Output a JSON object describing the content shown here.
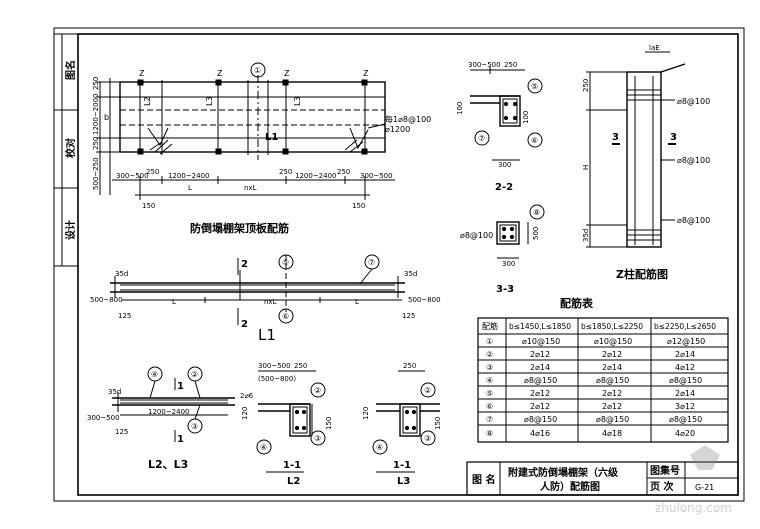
{
  "side_panel": {
    "labels": [
      "图名",
      "校对",
      "设计"
    ]
  },
  "top_drawing": {
    "title": "防倒塌棚架顶板配筋",
    "col_marks": [
      "Z",
      "Z",
      "Z",
      "Z"
    ],
    "circle_1": "①",
    "beam_labels": {
      "l2": "L2",
      "l3a": "L3",
      "l3b": "L3",
      "l1": "L1",
      "b": "b"
    },
    "left_dims": [
      "250",
      "1200~2000",
      "250",
      "500~250"
    ],
    "rebar_note": "每1⌀8@100",
    "rebar_note2": "⌀1200",
    "bottom_dims": [
      "300~500",
      "250",
      "1200~2400",
      "L",
      "nxL",
      "250",
      "1200~2400",
      "250",
      "300~500"
    ],
    "bottom_dims2": [
      "150",
      "150"
    ]
  },
  "l1_drawing": {
    "left_labels": [
      "35d",
      "500~800",
      "125"
    ],
    "right_labels": [
      "35d",
      "500~800",
      "125"
    ],
    "mid_labels": [
      "L",
      "nxL",
      "L"
    ],
    "cut_mark": "2",
    "circles": [
      "⑤",
      "⑦",
      "⑥"
    ],
    "name": "L1"
  },
  "section_22": {
    "dims": [
      "300~500",
      "250",
      "100",
      "100",
      "300"
    ],
    "circles": [
      "⑤",
      "⑥",
      "⑦"
    ],
    "label": "2-2"
  },
  "section_33": {
    "circle": "⑧",
    "rebar": "⌀8@100",
    "dims": [
      "300",
      "500"
    ],
    "label": "3-3"
  },
  "z_column": {
    "title": "Z柱配筋图",
    "top_dim": "laE",
    "dims": [
      "250",
      "H",
      "35d"
    ],
    "rebars": [
      "⌀8@100",
      "⌀8@100",
      "⌀8@100"
    ],
    "section_marks": [
      "3",
      "3"
    ]
  },
  "table": {
    "title": "配筋表",
    "headers": [
      "配筋",
      "b≤1450,L≤1850",
      "b≤1850,L≤2250",
      "b≤2250,L≤2650"
    ],
    "rows": [
      [
        "①",
        "⌀10@150",
        "⌀10@150",
        "⌀12@150"
      ],
      [
        "②",
        "2⌀12",
        "2⌀12",
        "2⌀14"
      ],
      [
        "③",
        "2⌀14",
        "2⌀14",
        "4⌀12"
      ],
      [
        "④",
        "⌀8@150",
        "⌀8@150",
        "⌀8@150"
      ],
      [
        "⑤",
        "2⌀12",
        "2⌀12",
        "2⌀14"
      ],
      [
        "⑥",
        "2⌀12",
        "2⌀12",
        "3⌀12"
      ],
      [
        "⑦",
        "⌀8@150",
        "⌀8@150",
        "⌀8@150"
      ],
      [
        "⑧",
        "4⌀16",
        "4⌀18",
        "4⌀20"
      ]
    ]
  },
  "l2l3_drawing": {
    "labels": [
      "35d",
      "300~500",
      "125",
      "1200~2400"
    ],
    "circles": [
      "④",
      "②",
      "③"
    ],
    "cut_mark": "1",
    "name": "L2、L3"
  },
  "section_11_l2": {
    "dims": [
      "300~500",
      "250",
      "(500~800)",
      "2⌀6",
      "120",
      "150"
    ],
    "circles": [
      "②",
      "④",
      "③"
    ],
    "label": "1-1",
    "name": "L2"
  },
  "section_11_l3": {
    "dims": [
      "250",
      "120",
      "150"
    ],
    "circles": [
      "②",
      "④",
      "③"
    ],
    "label": "1-1",
    "name": "L3"
  },
  "title_block": {
    "name_label": "图 名",
    "drawing_title_line1": "附建式防倒塌棚架（六级",
    "drawing_title_line2": "人防）配筋图",
    "set_label": "图集号",
    "page_label": "页 次",
    "page_value": "G-21"
  },
  "watermark": "zhulong.com"
}
